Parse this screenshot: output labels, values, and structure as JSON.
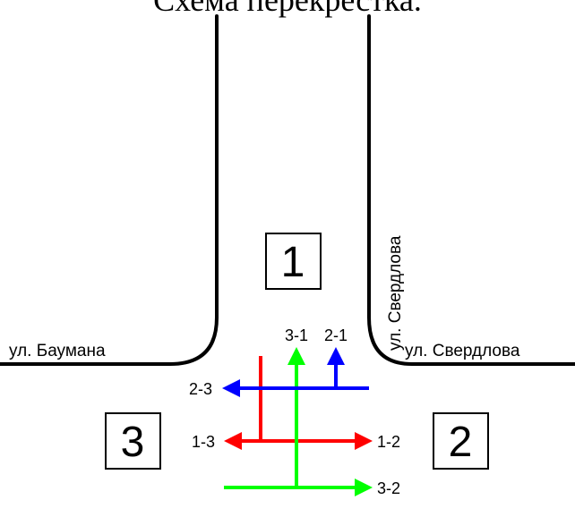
{
  "title": "Схема перекрестка.",
  "streets": {
    "left": "ул. Баумана",
    "right": "ул. Свердлова",
    "vertical": "ул. Свердлова"
  },
  "zones": {
    "z1": "1",
    "z2": "2",
    "z3": "3"
  },
  "movements": {
    "m31": "3-1",
    "m21": "2-1",
    "m23": "2-3",
    "m13": "1-3",
    "m12": "1-2",
    "m32": "3-2"
  },
  "colors": {
    "movements_from_1": "#ff0000",
    "movements_from_2": "#0000ff",
    "movements_from_3": "#00ff00",
    "curb": "#000000"
  }
}
